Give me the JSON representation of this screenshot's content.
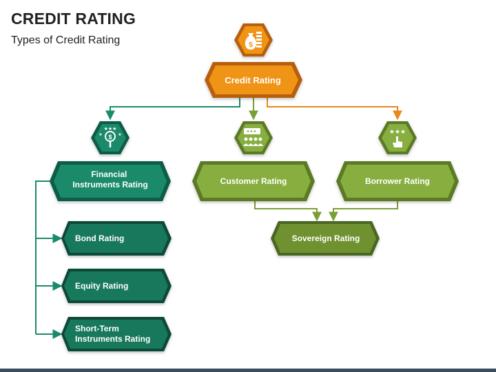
{
  "header": {
    "title": "CREDIT RATING",
    "subtitle": "Types of Credit Rating"
  },
  "colors": {
    "orange": "#ef9416",
    "orange_dark": "#b75e0e",
    "teal": "#1a8a6a",
    "teal_dark": "#0f5c46",
    "green": "#87ae3f",
    "green_dark": "#5a7a27"
  },
  "nodes": {
    "root": "Credit Rating",
    "financial": "Financial Instruments Rating",
    "customer": "Customer Rating",
    "borrower": "Borrower Rating",
    "bond": "Bond Rating",
    "equity": "Equity Rating",
    "short_term": "Short-Term Instruments Rating",
    "sovereign": "Sovereign Rating"
  },
  "icons": {
    "root": "money-bag-coins-icon",
    "financial": "magnifier-dollar-stars-icon",
    "customer": "customer-feedback-icon",
    "borrower": "hand-stars-icon"
  }
}
